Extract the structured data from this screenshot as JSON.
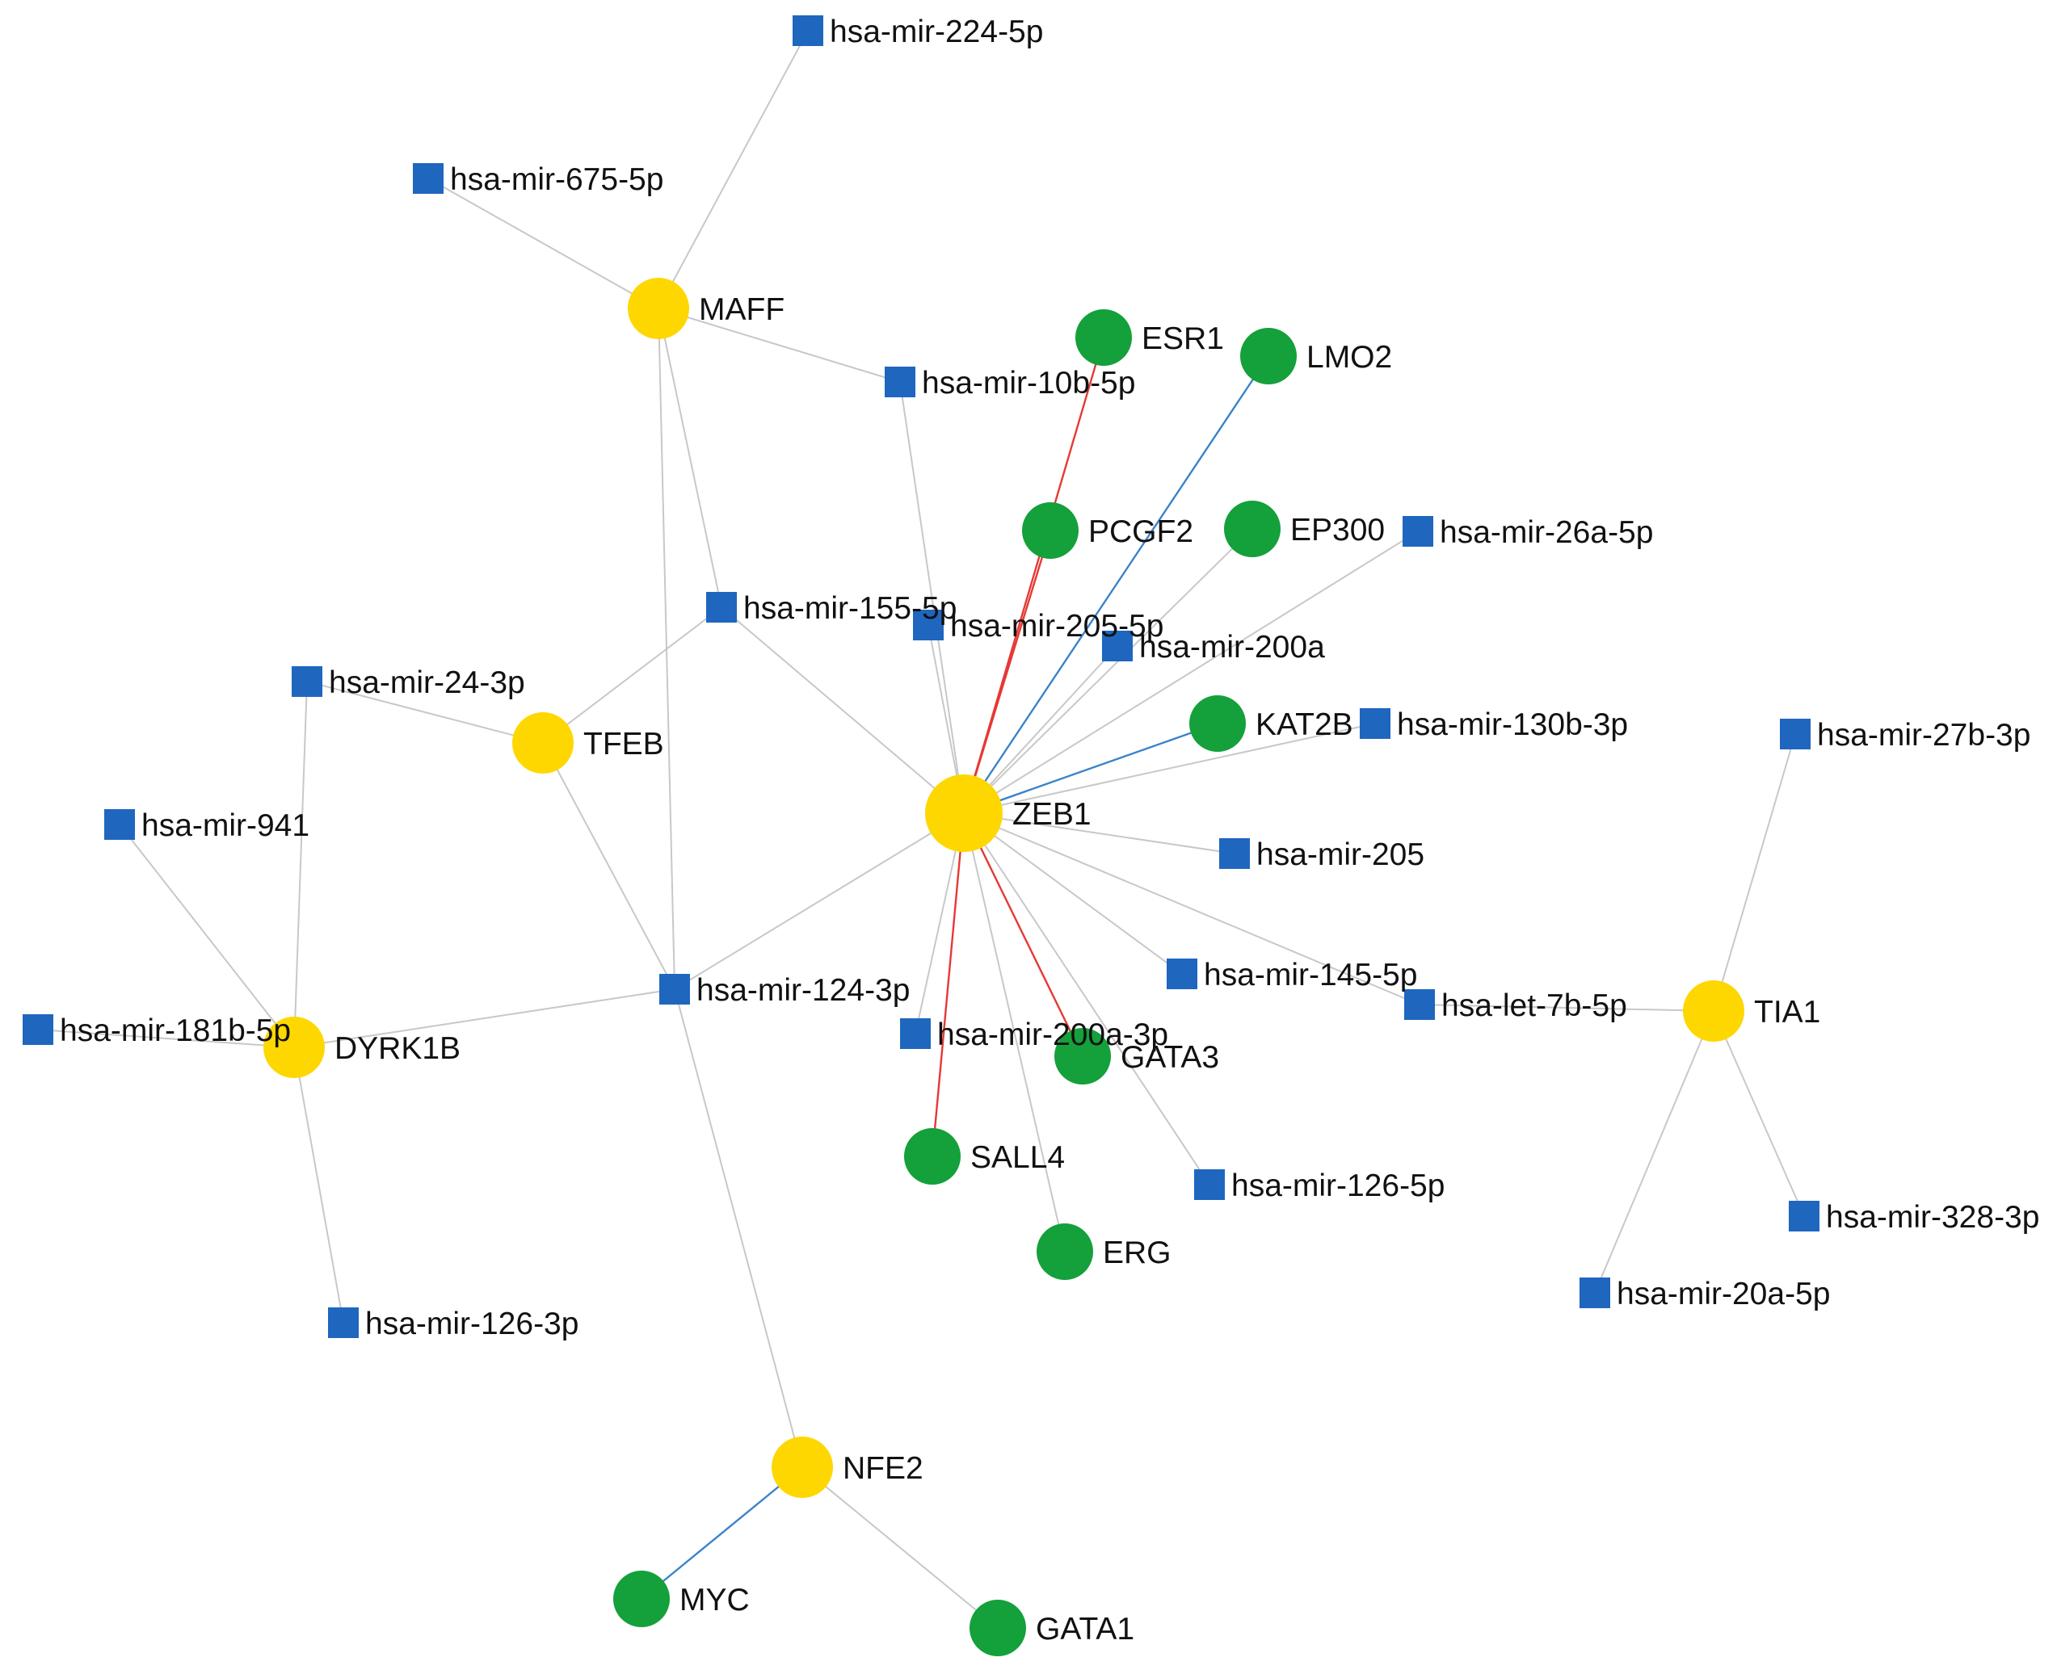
{
  "colors": {
    "tf": "#FFD700",
    "mirna": "#1F66BF",
    "gene": "#14A03A",
    "edge_default": "#C8C8C8",
    "edge_red": "#E53935",
    "edge_blue": "#3A83C9"
  },
  "legend_shapes": {
    "tf": "circle",
    "mirna": "square",
    "gene": "circle"
  },
  "nodes": [
    {
      "id": "ZEB1",
      "label": "ZEB1",
      "type": "tf",
      "size": "large"
    },
    {
      "id": "MAFF",
      "label": "MAFF",
      "type": "tf"
    },
    {
      "id": "TFEB",
      "label": "TFEB",
      "type": "tf"
    },
    {
      "id": "DYRK1B",
      "label": "DYRK1B",
      "type": "tf"
    },
    {
      "id": "NFE2",
      "label": "NFE2",
      "type": "tf"
    },
    {
      "id": "TIA1",
      "label": "TIA1",
      "type": "tf"
    },
    {
      "id": "ESR1",
      "label": "ESR1",
      "type": "gene"
    },
    {
      "id": "LMO2",
      "label": "LMO2",
      "type": "gene"
    },
    {
      "id": "PCGF2",
      "label": "PCGF2",
      "type": "gene"
    },
    {
      "id": "EP300",
      "label": "EP300",
      "type": "gene"
    },
    {
      "id": "KAT2B",
      "label": "KAT2B",
      "type": "gene"
    },
    {
      "id": "GATA3",
      "label": "GATA3",
      "type": "gene"
    },
    {
      "id": "SALL4",
      "label": "SALL4",
      "type": "gene"
    },
    {
      "id": "ERG",
      "label": "ERG",
      "type": "gene"
    },
    {
      "id": "MYC",
      "label": "MYC",
      "type": "gene"
    },
    {
      "id": "GATA1",
      "label": "GATA1",
      "type": "gene"
    },
    {
      "id": "mir224",
      "label": "hsa-mir-224-5p",
      "type": "mirna"
    },
    {
      "id": "mir675",
      "label": "hsa-mir-675-5p",
      "type": "mirna"
    },
    {
      "id": "mir10b",
      "label": "hsa-mir-10b-5p",
      "type": "mirna"
    },
    {
      "id": "mir26a",
      "label": "hsa-mir-26a-5p",
      "type": "mirna"
    },
    {
      "id": "mir155",
      "label": "hsa-mir-155-5p",
      "type": "mirna"
    },
    {
      "id": "mir205_5p",
      "label": "hsa-mir-205-5p",
      "type": "mirna"
    },
    {
      "id": "mir200a",
      "label": "hsa-mir-200a",
      "type": "mirna"
    },
    {
      "id": "mir24",
      "label": "hsa-mir-24-3p",
      "type": "mirna"
    },
    {
      "id": "mir130b",
      "label": "hsa-mir-130b-3p",
      "type": "mirna"
    },
    {
      "id": "mir27b",
      "label": "hsa-mir-27b-3p",
      "type": "mirna"
    },
    {
      "id": "mir941",
      "label": "hsa-mir-941",
      "type": "mirna"
    },
    {
      "id": "mir205",
      "label": "hsa-mir-205",
      "type": "mirna"
    },
    {
      "id": "mir145",
      "label": "hsa-mir-145-5p",
      "type": "mirna"
    },
    {
      "id": "mir124",
      "label": "hsa-mir-124-3p",
      "type": "mirna"
    },
    {
      "id": "let7b",
      "label": "hsa-let-7b-5p",
      "type": "mirna"
    },
    {
      "id": "mir181b",
      "label": "hsa-mir-181b-5p",
      "type": "mirna"
    },
    {
      "id": "mir200a3p",
      "label": "hsa-mir-200a-3p",
      "type": "mirna"
    },
    {
      "id": "mir126_5p",
      "label": "hsa-mir-126-5p",
      "type": "mirna"
    },
    {
      "id": "mir328",
      "label": "hsa-mir-328-3p",
      "type": "mirna"
    },
    {
      "id": "mir20a",
      "label": "hsa-mir-20a-5p",
      "type": "mirna"
    },
    {
      "id": "mir126_3p",
      "label": "hsa-mir-126-3p",
      "type": "mirna"
    }
  ],
  "edges": [
    {
      "source": "mir224",
      "target": "MAFF",
      "color": "edge_default"
    },
    {
      "source": "mir675",
      "target": "MAFF",
      "color": "edge_default"
    },
    {
      "source": "MAFF",
      "target": "mir10b",
      "color": "edge_default"
    },
    {
      "source": "MAFF",
      "target": "mir155",
      "color": "edge_default"
    },
    {
      "source": "MAFF",
      "target": "mir124",
      "color": "edge_default"
    },
    {
      "source": "mir10b",
      "target": "ZEB1",
      "color": "edge_default"
    },
    {
      "source": "ESR1",
      "target": "ZEB1",
      "color": "edge_red"
    },
    {
      "source": "LMO2",
      "target": "ZEB1",
      "color": "edge_blue"
    },
    {
      "source": "PCGF2",
      "target": "ZEB1",
      "color": "edge_red"
    },
    {
      "source": "EP300",
      "target": "ZEB1",
      "color": "edge_default"
    },
    {
      "source": "mir26a",
      "target": "ZEB1",
      "color": "edge_default"
    },
    {
      "source": "mir155",
      "target": "ZEB1",
      "color": "edge_default"
    },
    {
      "source": "mir155",
      "target": "TFEB",
      "color": "edge_default"
    },
    {
      "source": "mir205_5p",
      "target": "ZEB1",
      "color": "edge_default"
    },
    {
      "source": "mir200a",
      "target": "ZEB1",
      "color": "edge_default"
    },
    {
      "source": "KAT2B",
      "target": "ZEB1",
      "color": "edge_blue"
    },
    {
      "source": "mir130b",
      "target": "ZEB1",
      "color": "edge_default"
    },
    {
      "source": "mir205",
      "target": "ZEB1",
      "color": "edge_default"
    },
    {
      "source": "mir145",
      "target": "ZEB1",
      "color": "edge_default"
    },
    {
      "source": "let7b",
      "target": "ZEB1",
      "color": "edge_default"
    },
    {
      "source": "let7b",
      "target": "TIA1",
      "color": "edge_default"
    },
    {
      "source": "mir124",
      "target": "ZEB1",
      "color": "edge_default"
    },
    {
      "source": "mir200a3p",
      "target": "ZEB1",
      "color": "edge_default"
    },
    {
      "source": "GATA3",
      "target": "ZEB1",
      "color": "edge_red"
    },
    {
      "source": "SALL4",
      "target": "ZEB1",
      "color": "edge_red"
    },
    {
      "source": "ERG",
      "target": "ZEB1",
      "color": "edge_default"
    },
    {
      "source": "mir126_5p",
      "target": "ZEB1",
      "color": "edge_default"
    },
    {
      "source": "mir24",
      "target": "TFEB",
      "color": "edge_default"
    },
    {
      "source": "mir24",
      "target": "DYRK1B",
      "color": "edge_default"
    },
    {
      "source": "TFEB",
      "target": "mir124",
      "color": "edge_default"
    },
    {
      "source": "mir941",
      "target": "DYRK1B",
      "color": "edge_default"
    },
    {
      "source": "mir181b",
      "target": "DYRK1B",
      "color": "edge_default"
    },
    {
      "source": "DYRK1B",
      "target": "mir124",
      "color": "edge_default"
    },
    {
      "source": "DYRK1B",
      "target": "mir126_3p",
      "color": "edge_default"
    },
    {
      "source": "mir124",
      "target": "NFE2",
      "color": "edge_default"
    },
    {
      "source": "NFE2",
      "target": "MYC",
      "color": "edge_blue"
    },
    {
      "source": "NFE2",
      "target": "GATA1",
      "color": "edge_default"
    },
    {
      "source": "mir27b",
      "target": "TIA1",
      "color": "edge_default"
    },
    {
      "source": "mir328",
      "target": "TIA1",
      "color": "edge_default"
    },
    {
      "source": "mir20a",
      "target": "TIA1",
      "color": "edge_default"
    }
  ]
}
